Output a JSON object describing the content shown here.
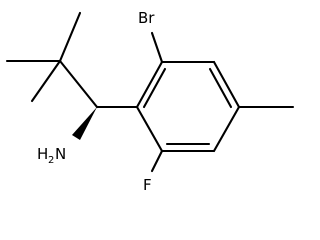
{
  "molecule": {
    "atoms": {
      "br": "Br",
      "f": "F",
      "n": {
        "element": "H",
        "count": "2",
        "symbol": "N"
      }
    }
  }
}
